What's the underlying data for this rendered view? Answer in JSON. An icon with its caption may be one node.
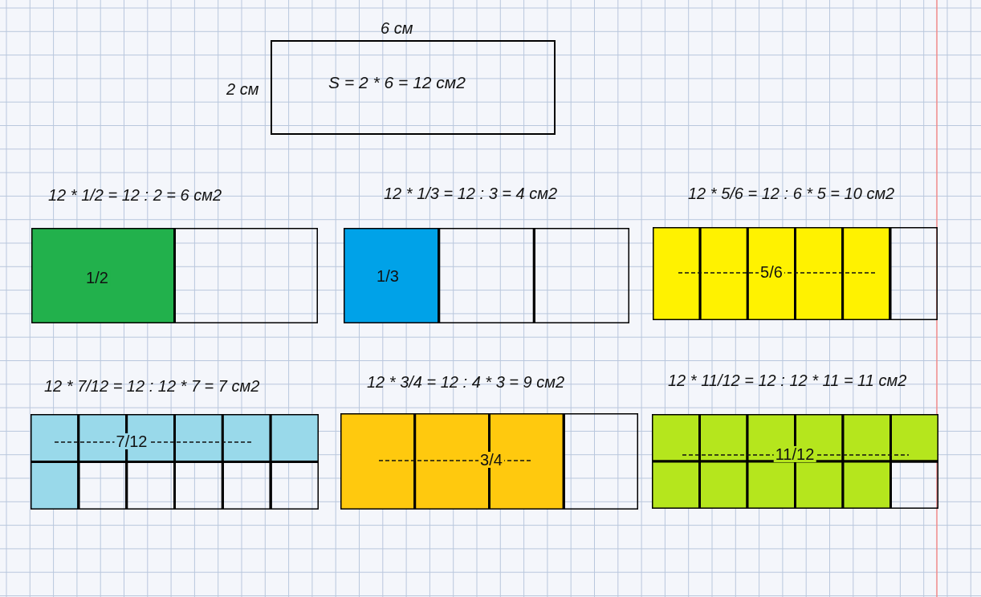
{
  "diagram": {
    "nodes": [
      {
        "text": [
          "S = 2 * 6 = 12 см2"
        ]
      },
      {
        "text": [
          "1/2"
        ],
        "beside": [
          "12 * 1/2 = 12 : 2 = 6 см2"
        ]
      },
      {
        "text": [
          "1/3"
        ],
        "beside": [
          "12 * 1/3 = 12 : 3 = 4 см2"
        ]
      },
      {
        "text": [
          "5/6"
        ],
        "beside": [
          "12 * 5/6 = 12 : 6 * 5 = 10 см2"
        ]
      },
      {
        "text": [
          "7/12"
        ],
        "beside": [
          "12 * 7/12 = 12 : 12 * 7 = 7 см2"
        ]
      },
      {
        "text": [
          "3/4"
        ],
        "beside": [
          "12 * 3/4 = 12 : 4 * 3 = 9 см2"
        ]
      },
      {
        "text": [
          "11/12"
        ],
        "beside": [
          "12 * 11/12 = 12 : 12 * 11 = 11 см2"
        ]
      }
    ],
    "labels": [
      "6 см",
      "2 см"
    ]
  }
}
